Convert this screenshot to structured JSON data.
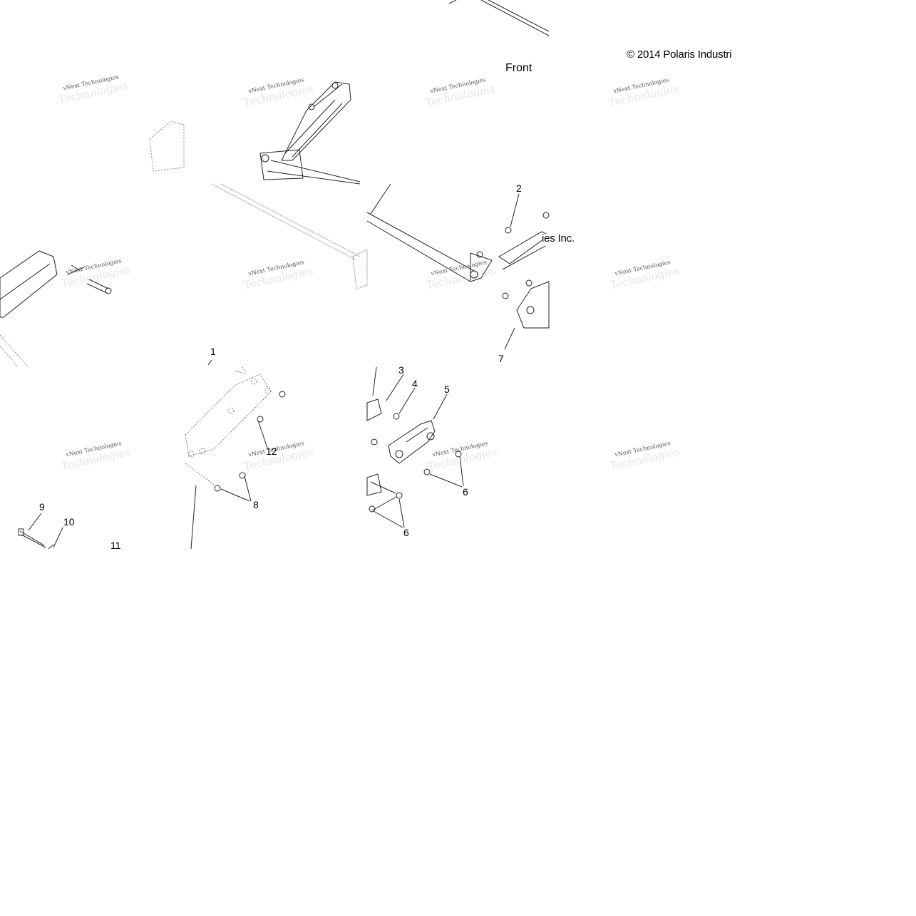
{
  "copyright": "© 2014 Polaris Industri",
  "copyright_fragment": "ies Inc.",
  "front_label": "Front",
  "watermark": {
    "line1": "vNext Technologies",
    "line2": "Technologies"
  },
  "callouts": {
    "c1": "1",
    "c2": "2",
    "c3": "3",
    "c4": "4",
    "c5": "5",
    "c6a": "6",
    "c6b": "6",
    "c7": "7",
    "c8": "8",
    "c9": "9",
    "c10": "10",
    "c11": "11",
    "c12": "12"
  }
}
